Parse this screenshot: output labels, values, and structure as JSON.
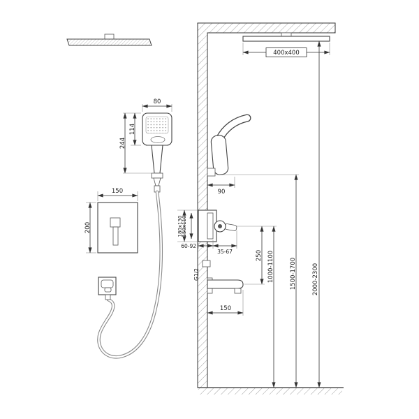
{
  "labels": {
    "hand_shower_width": "80",
    "hand_shower_face_height": "114",
    "hand_shower_length": "244",
    "mixer_plate_width": "150",
    "mixer_plate_height": "200",
    "rain_head_size": "400x400",
    "hand_shower_wall_offset": "90",
    "rough_in_outer": "180x130",
    "rough_in_inner": "150x110",
    "rough_in_depth": "60-92",
    "trim_projection": "35-67",
    "connection_thread": "G1/2",
    "mixer_to_spout_distance": "250",
    "spout_projection": "150",
    "spout_height": "1000-1100",
    "hand_shower_height": "1500-1700",
    "rain_head_height": "2000-2300"
  }
}
